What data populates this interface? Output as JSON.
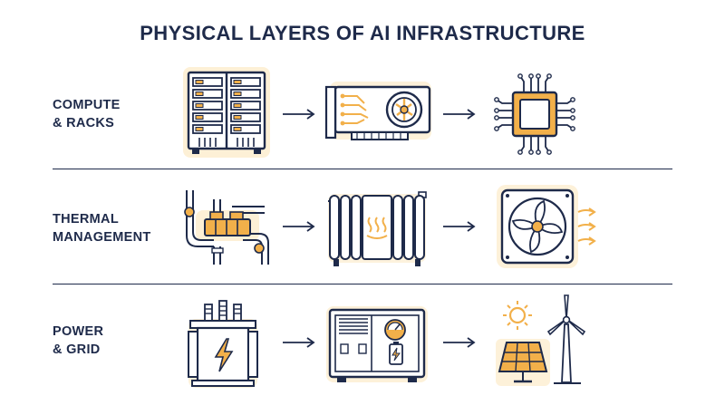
{
  "title": "PHYSICAL LAYERS OF AI INFRASTRUCTURE",
  "rows": [
    {
      "label_line1": "COMPUTE",
      "label_line2": "& RACKS",
      "icons": [
        "server-rack-icon",
        "gpu-card-icon",
        "chip-icon"
      ]
    },
    {
      "label_line1": "THERMAL",
      "label_line2": "MANAGEMENT",
      "icons": [
        "pipes-valves-icon",
        "radiator-icon",
        "cooling-fan-icon"
      ]
    },
    {
      "label_line1": "POWER",
      "label_line2": "& GRID",
      "icons": [
        "transformer-icon",
        "generator-icon",
        "renewable-energy-icon"
      ]
    }
  ],
  "colors": {
    "ink": "#1e2a4a",
    "accent": "#f2b04a",
    "glow": "#fbe3b4"
  }
}
